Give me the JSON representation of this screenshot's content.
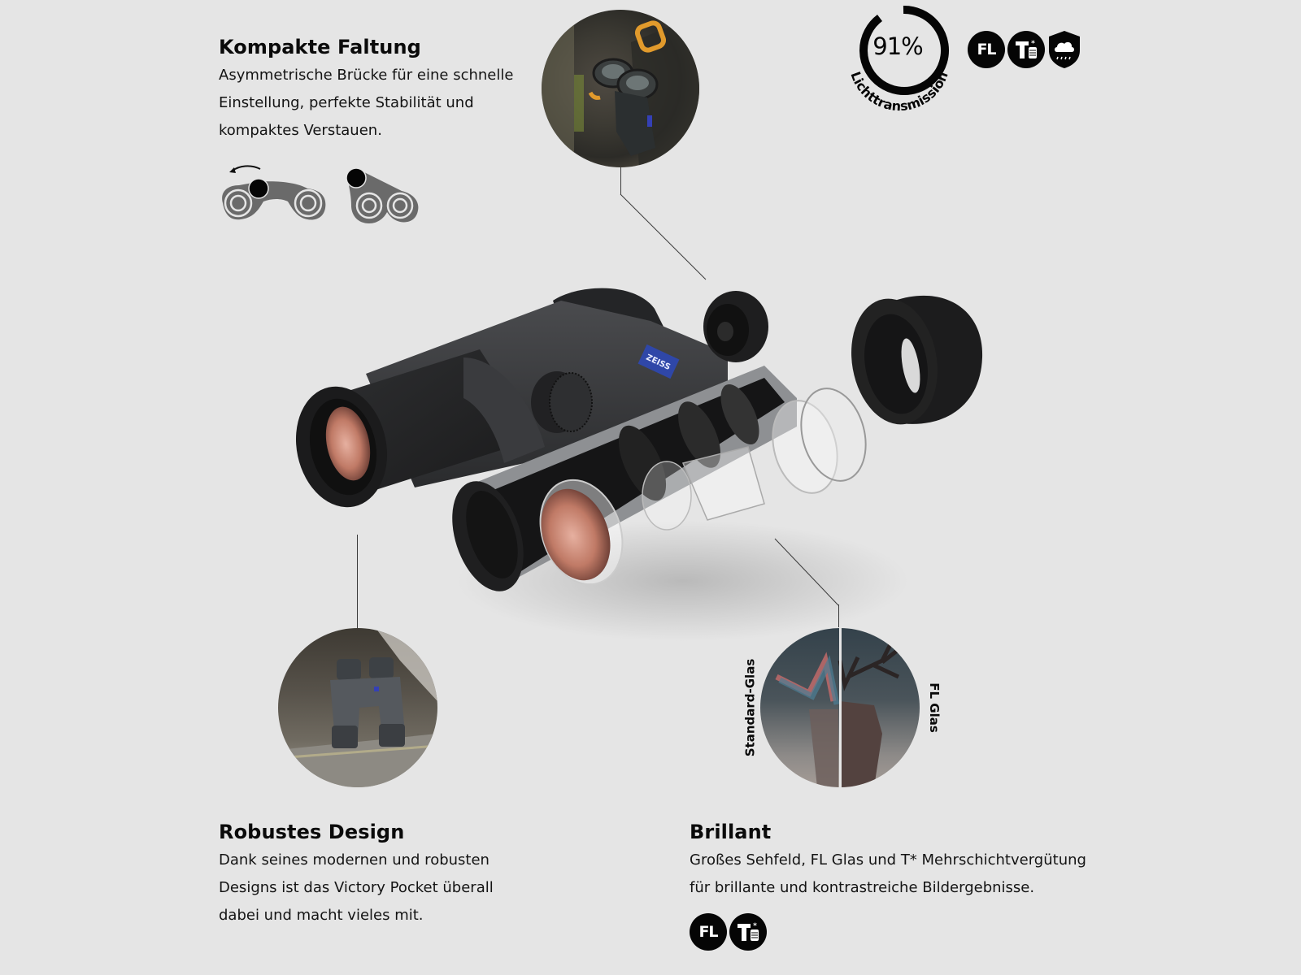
{
  "features": {
    "folding": {
      "title": "Kompakte Faltung",
      "lines": [
        "Asymmetrische Brücke für eine schnelle",
        "Einstellung, perfekte Stabilität und",
        "kompaktes Verstauen."
      ],
      "icons": [
        "folding-open-diagram-icon",
        "folding-closed-diagram-icon"
      ]
    },
    "robust": {
      "title": "Robustes Design",
      "lines": [
        "Dank seines modernen und robusten",
        "Designs ist das Victory Pocket überall",
        "dabei und macht vieles mit."
      ]
    },
    "brilliant": {
      "title": "Brillant",
      "lines": [
        "Großes Sehfeld, FL Glas und T* Mehrschichtvergütung",
        "für brillante und kontrastreiche Bildergebnisse."
      ],
      "badges": [
        {
          "icon": "fl-glass-badge-icon",
          "label": "FL"
        },
        {
          "icon": "t-star-coating-badge-icon",
          "label": "T"
        }
      ]
    }
  },
  "transmission": {
    "value": "91%",
    "percent": 91,
    "label": "Lichttransmission"
  },
  "top_badges": [
    {
      "icon": "fl-glass-badge-icon",
      "label": "FL"
    },
    {
      "icon": "t-star-coating-badge-icon",
      "label": "T"
    },
    {
      "icon": "weatherproof-shield-icon",
      "label": ""
    }
  ],
  "comparison": {
    "left_label": "Standard-Glas",
    "right_label": "FL Glas"
  },
  "product": {
    "brand_plate": "ZEISS",
    "name": "Victory Pocket"
  },
  "colors": {
    "background": "#e5e5e5",
    "text": "#111111",
    "badge": "#050505",
    "zeiss_blue": "#2f47a8",
    "lens_copper": "#c8806a"
  }
}
